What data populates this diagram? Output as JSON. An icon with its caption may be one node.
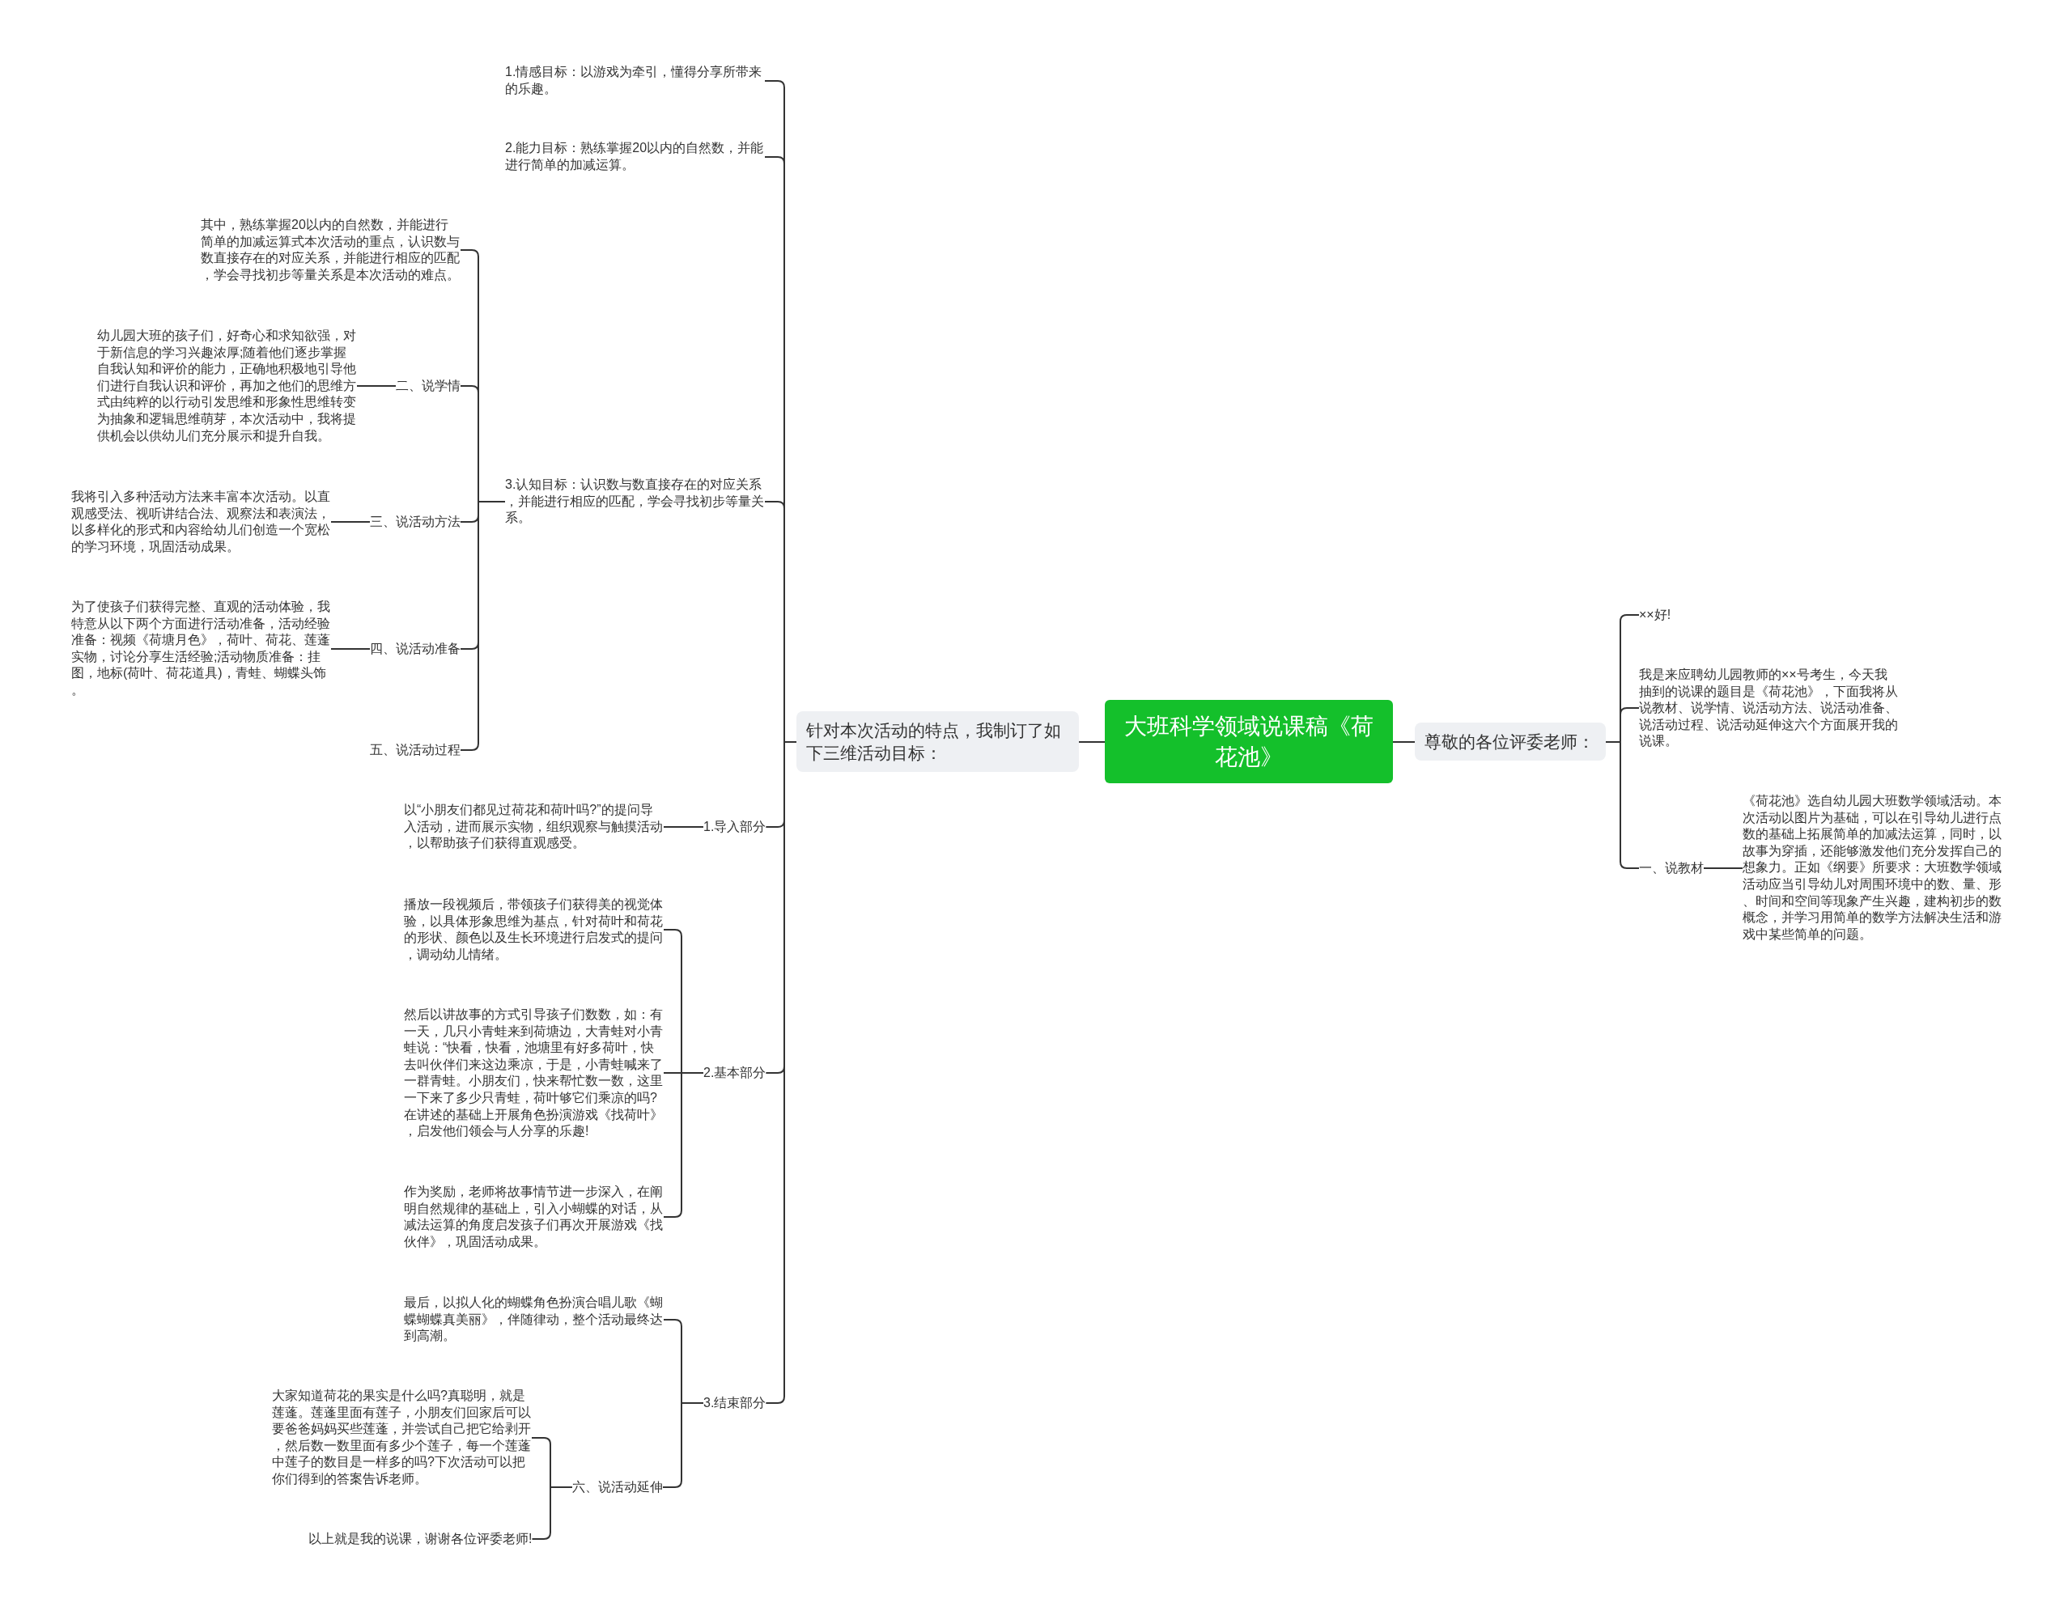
{
  "diagram": {
    "nodes": [
      {
        "text": [
          "大班科学领域说课稿《荷花池》"
        ]
      },
      {
        "text": [
          "针对本次活动的特点，我制订了如下三维活动目标："
        ]
      },
      {
        "text": [
          "1.情感目标：以游戏为牵引，懂得分享所带来的乐趣。"
        ]
      },
      {
        "text": [
          "2.能力目标：熟练掌握20以内的自然数，并能进行简单的加减运算。"
        ]
      },
      {
        "text": [
          "3.认知目标：认识数与数直接存在的对应关系，并能进行相应的匹配，学会寻找初步等量关系。"
        ]
      },
      {
        "text": [
          "其中，熟练掌握20以内的自然数，并能进行简单的加减运算式本次活动的重点，认识数与数直接存在的对应关系，并能进行相应的匹配，学会寻找初步等量关系是本次活动的难点。"
        ]
      },
      {
        "text": [
          "二、说学情"
        ]
      },
      {
        "text": [
          "幼儿园大班的孩子们，好奇心和求知欲强，对于新信息的学习兴趣浓厚;随着他们逐步掌握自我认知和评价的能力，正确地积极地引导他们进行自我认识和评价，再加之他们的思维方式由纯粹的以行动引发思维和形象性思维转变为抽象和逻辑思维萌芽，本次活动中，我将提供机会以供幼儿们充分展示和提升自我。"
        ]
      },
      {
        "text": [
          "三、说活动方法"
        ]
      },
      {
        "text": [
          "我将引入多种活动方法来丰富本次活动。以直观感受法、视听讲结合法、观察法和表演法，以多样化的形式和内容给幼儿们创造一个宽松的学习环境，巩固活动成果。"
        ]
      },
      {
        "text": [
          "四、说活动准备"
        ]
      },
      {
        "text": [
          "为了使孩子们获得完整、直观的活动体验，我特意从以下两个方面进行活动准备，活动经验准备：视频《荷塘月色》，荷叶、荷花、莲蓬实物，讨论分享生活经验;活动物质准备：挂图，地标(荷叶、荷花道具)，青蛙、蝴蝶头饰。"
        ]
      },
      {
        "text": [
          "五、说活动过程"
        ]
      },
      {
        "text": [
          "1.导入部分"
        ]
      },
      {
        "text": [
          "以“小朋友们都见过荷花和荷叶吗?”的提问导入活动，进而展示实物，组织观察与触摸活动，以帮助孩子们获得直观感受。"
        ]
      },
      {
        "text": [
          "2.基本部分"
        ]
      },
      {
        "text": [
          "播放一段视频后，带领孩子们获得美的视觉体验，以具体形象思维为基点，针对荷叶和荷花的形状、颜色以及生长环境进行启发式的提问，调动幼儿情绪。"
        ]
      },
      {
        "text": [
          "然后以讲故事的方式引导孩子们数数，如：有一天，几只小青蛙来到荷塘边，大青蛙对小青蛙说：“快看，快看，池塘里有好多荷叶，快去叫伙伴们来这边乘凉，于是，小青蛙喊来了一群青蛙。小朋友们，快来帮忙数一数，这里一下来了多少只青蛙，荷叶够它们乘凉的吗?在讲述的基础上开展角色扮演游戏《找荷叶》，启发他们领会与人分享的乐趣!"
        ]
      },
      {
        "text": [
          "作为奖励，老师将故事情节进一步深入，在阐明自然规律的基础上，引入小蝴蝶的对话，从减法运算的角度启发孩子们再次开展游戏《找伙伴》，巩固活动成果。"
        ]
      },
      {
        "text": [
          "3.结束部分"
        ]
      },
      {
        "text": [
          "最后，以拟人化的蝴蝶角色扮演合唱儿歌《蝴蝶蝴蝶真美丽》，伴随律动，整个活动最终达到高潮。"
        ]
      },
      {
        "text": [
          "六、说活动延伸"
        ]
      },
      {
        "text": [
          "大家知道荷花的果实是什么吗?真聪明，就是莲蓬。莲蓬里面有莲子，小朋友们回家后可以要爸爸妈妈买些莲蓬，并尝试自己把它给剥开，然后数一数里面有多少个莲子，每一个莲蓬中莲子的数目是一样多的吗?下次活动可以把你们得到的答案告诉老师。"
        ]
      },
      {
        "text": [
          "以上就是我的说课，谢谢各位评委老师!"
        ]
      },
      {
        "text": [
          "尊敬的各位评委老师："
        ]
      },
      {
        "text": [
          "××好!"
        ]
      },
      {
        "text": [
          "我是来应聘幼儿园教师的××号考生，今天我抽到的说课的题目是《荷花池》，下面我将从说教材、说学情、说活动方法、说活动准备、说活动过程、说活动延伸这六个方面展开我的说课。"
        ]
      },
      {
        "text": [
          "一、说教材"
        ]
      },
      {
        "text": [
          "《荷花池》选自幼儿园大班数学领域活动。本次活动以图片为基础，可以在引导幼儿进行点数的基础上拓展简单的加减法运算，同时，以故事为穿插，还能够激发他们充分发挥自己的想象力。正如《纲要》所要求：大班数学领域活动应当引导幼儿对周围环境中的数、量、形、时间和空间等现象产生兴趣，建构初步的数概念，并学习用简单的数学方法解决生活和游戏中某些简单的问题。"
        ]
      }
    ],
    "edges": [
      {
        "from": 0,
        "to": 1,
        "arrow": "none"
      },
      {
        "from": 1,
        "to": 2,
        "arrow": "none"
      },
      {
        "from": 1,
        "to": 3,
        "arrow": "none"
      },
      {
        "from": 1,
        "to": 4,
        "arrow": "none"
      },
      {
        "from": 4,
        "to": 5,
        "arrow": "none"
      },
      {
        "from": 4,
        "to": 6,
        "arrow": "none"
      },
      {
        "from": 6,
        "to": 7,
        "arrow": "none"
      },
      {
        "from": 4,
        "to": 8,
        "arrow": "none"
      },
      {
        "from": 8,
        "to": 9,
        "arrow": "none"
      },
      {
        "from": 4,
        "to": 10,
        "arrow": "none"
      },
      {
        "from": 10,
        "to": 11,
        "arrow": "none"
      },
      {
        "from": 4,
        "to": 12,
        "arrow": "none"
      },
      {
        "from": 1,
        "to": 13,
        "arrow": "none"
      },
      {
        "from": 13,
        "to": 14,
        "arrow": "none"
      },
      {
        "from": 1,
        "to": 15,
        "arrow": "none"
      },
      {
        "from": 15,
        "to": 16,
        "arrow": "none"
      },
      {
        "from": 15,
        "to": 17,
        "arrow": "none"
      },
      {
        "from": 15,
        "to": 18,
        "arrow": "none"
      },
      {
        "from": 1,
        "to": 19,
        "arrow": "none"
      },
      {
        "from": 19,
        "to": 20,
        "arrow": "none"
      },
      {
        "from": 19,
        "to": 21,
        "arrow": "none"
      },
      {
        "from": 21,
        "to": 22,
        "arrow": "none"
      },
      {
        "from": 21,
        "to": 23,
        "arrow": "none"
      },
      {
        "from": 0,
        "to": 24,
        "arrow": "none"
      },
      {
        "from": 24,
        "to": 25,
        "arrow": "none"
      },
      {
        "from": 24,
        "to": 26,
        "arrow": "none"
      },
      {
        "from": 24,
        "to": 27,
        "arrow": "none"
      },
      {
        "from": 27,
        "to": 28,
        "arrow": "none"
      }
    ]
  }
}
